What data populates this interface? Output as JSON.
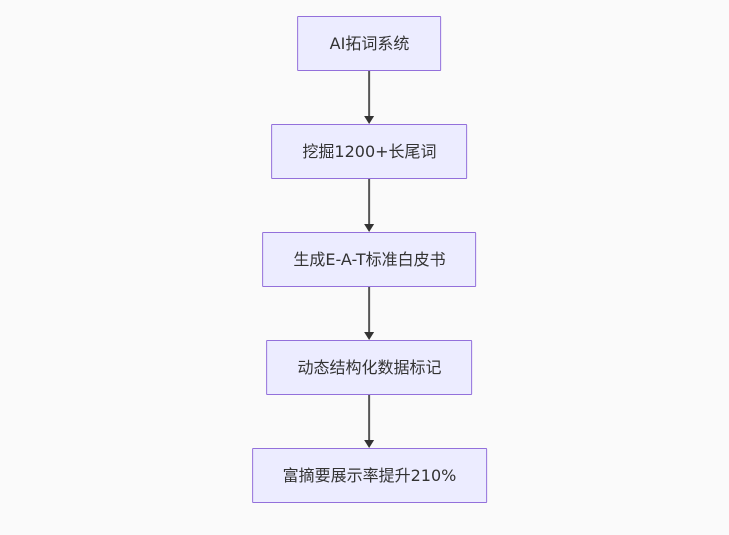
{
  "diagram": {
    "type": "flowchart-top-down",
    "nodes": [
      {
        "label": "AI拓词系统"
      },
      {
        "label": "挖掘1200+长尾词"
      },
      {
        "label": "生成E-A-T标准白皮书"
      },
      {
        "label": "动态结构化数据标记"
      },
      {
        "label": "富摘要展示率提升210%"
      }
    ],
    "connectors": [
      {
        "from": 0,
        "to": 1,
        "style": "arrow-down"
      },
      {
        "from": 1,
        "to": 2,
        "style": "arrow-down"
      },
      {
        "from": 2,
        "to": 3,
        "style": "arrow-down"
      },
      {
        "from": 3,
        "to": 4,
        "style": "arrow-down"
      }
    ]
  },
  "theme": {
    "css_vars": {
      "bg": "#fafafa",
      "node-fill": "#ececff",
      "node-border": "#9370db",
      "text-color": "#333333",
      "line-color": "#555555",
      "arrow-color": "#333333"
    }
  }
}
